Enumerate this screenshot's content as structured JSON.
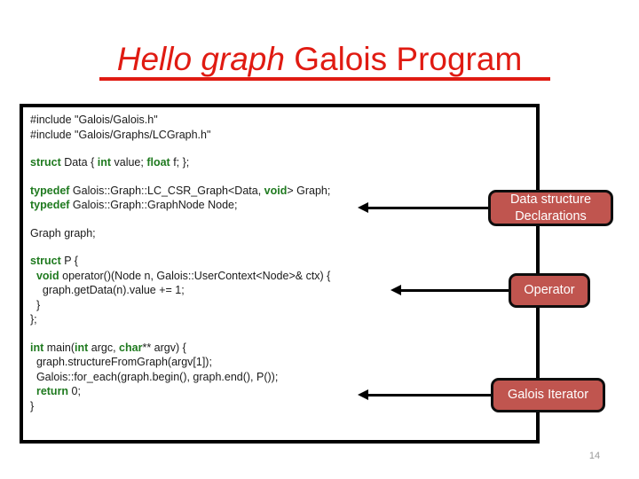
{
  "slide": {
    "title_emphasis": "Hello graph",
    "title_rest": " Galois Program",
    "page_number": "14",
    "accent_color": "#e01b12",
    "callout_fill": "#c0554f",
    "keyword_color": "#1f7a1f"
  },
  "code": {
    "lines": [
      {
        "type": "text",
        "parts": [
          {
            "t": "#include \"Galois/Galois.h\""
          }
        ]
      },
      {
        "type": "text",
        "parts": [
          {
            "t": "#include \"Galois/Graphs/LCGraph.h\""
          }
        ]
      },
      {
        "type": "blank"
      },
      {
        "type": "text",
        "parts": [
          {
            "t": "struct",
            "kw": true
          },
          {
            "t": " Data { "
          },
          {
            "t": "int",
            "kw": true
          },
          {
            "t": " value; "
          },
          {
            "t": "float",
            "kw": true
          },
          {
            "t": " f; };"
          }
        ]
      },
      {
        "type": "blank"
      },
      {
        "type": "text",
        "parts": [
          {
            "t": "typedef",
            "kw": true
          },
          {
            "t": " Galois::Graph::LC_CSR_Graph<Data, "
          },
          {
            "t": "void",
            "kw": true
          },
          {
            "t": "> Graph;"
          }
        ]
      },
      {
        "type": "text",
        "parts": [
          {
            "t": "typedef",
            "kw": true
          },
          {
            "t": " Galois::Graph::GraphNode Node;"
          }
        ]
      },
      {
        "type": "blank"
      },
      {
        "type": "text",
        "parts": [
          {
            "t": "Graph graph;"
          }
        ]
      },
      {
        "type": "blank"
      },
      {
        "type": "text",
        "parts": [
          {
            "t": "struct",
            "kw": true
          },
          {
            "t": " P {"
          }
        ]
      },
      {
        "type": "text",
        "parts": [
          {
            "t": "  "
          },
          {
            "t": "void",
            "kw": true
          },
          {
            "t": " operator()(Node n, Galois::UserContext<Node>& ctx) {"
          }
        ]
      },
      {
        "type": "text",
        "parts": [
          {
            "t": "    graph.getData(n).value += 1;"
          }
        ]
      },
      {
        "type": "text",
        "parts": [
          {
            "t": "  }"
          }
        ]
      },
      {
        "type": "text",
        "parts": [
          {
            "t": "};"
          }
        ]
      },
      {
        "type": "blank"
      },
      {
        "type": "text",
        "parts": [
          {
            "t": "int",
            "kw": true
          },
          {
            "t": " main("
          },
          {
            "t": "int",
            "kw": true
          },
          {
            "t": " argc, "
          },
          {
            "t": "char",
            "kw": true
          },
          {
            "t": "** argv) {"
          }
        ]
      },
      {
        "type": "text",
        "parts": [
          {
            "t": "  graph.structureFromGraph(argv[1]);"
          }
        ]
      },
      {
        "type": "text",
        "parts": [
          {
            "t": "  Galois::for_each(graph.begin(), graph.end(), P());"
          }
        ]
      },
      {
        "type": "text",
        "parts": [
          {
            "t": "  "
          },
          {
            "t": "return",
            "kw": true
          },
          {
            "t": " 0;"
          }
        ]
      },
      {
        "type": "text",
        "parts": [
          {
            "t": "}"
          }
        ]
      }
    ]
  },
  "callouts": [
    {
      "id": "data-structure",
      "label": "Data structure Declarations"
    },
    {
      "id": "operator",
      "label": "Operator"
    },
    {
      "id": "iterator",
      "label": "Galois Iterator"
    }
  ]
}
